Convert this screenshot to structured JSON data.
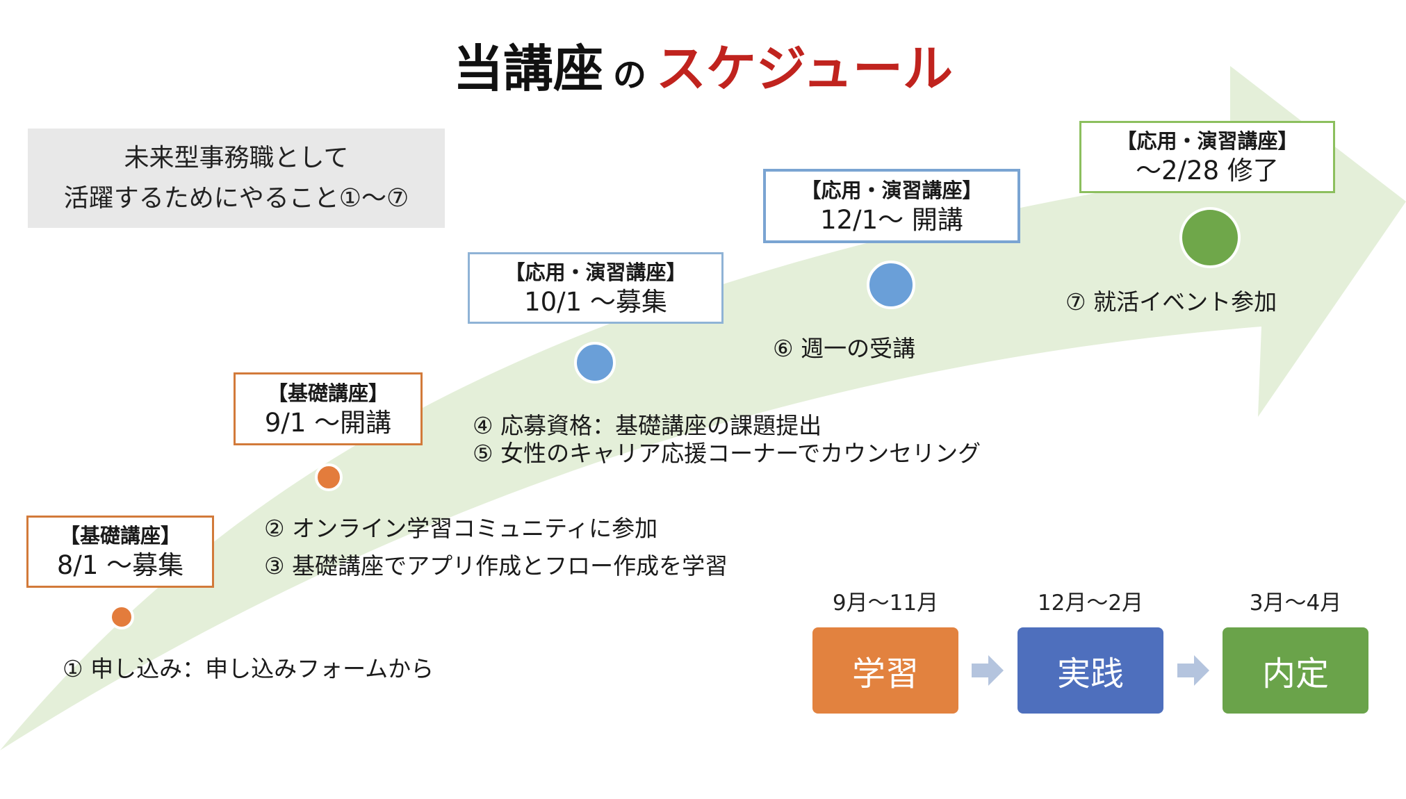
{
  "title": {
    "part1": "当講座",
    "connector": "の",
    "part2": "スケジュール"
  },
  "goal": {
    "line1": "未来型事務職として",
    "line2": "活躍するためにやること①〜⑦"
  },
  "courses": [
    {
      "category": "【基礎講座】",
      "date": "8/1 〜募集"
    },
    {
      "category": "【基礎講座】",
      "date": "9/1 〜開講"
    },
    {
      "category": "【応用・演習講座】",
      "date": "10/1 〜募集"
    },
    {
      "category": "【応用・演習講座】",
      "date": "12/1〜 開講"
    },
    {
      "category": "【応用・演習講座】",
      "date": "〜2/28 修了"
    }
  ],
  "steps": [
    "① 申し込み：申し込みフォームから",
    "② オンライン学習コミュニティに参加",
    "③ 基礎講座でアプリ作成とフロー作成を学習",
    "④ 応募資格：基礎講座の課題提出",
    "⑤ 女性のキャリア応援コーナーでカウンセリング",
    "⑥ 週一の受講",
    "⑦ 就活イベント参加"
  ],
  "phases": [
    {
      "period": "9月〜11月",
      "label": "学習"
    },
    {
      "period": "12月〜2月",
      "label": "実践"
    },
    {
      "period": "3月〜4月",
      "label": "内定"
    }
  ],
  "colors": {
    "title_accent": "#c0231e",
    "arrow_fill": "#e4efd9",
    "orange": "#e2823f",
    "blue": "#4e6fbd",
    "light_blue": "#6a9fd8",
    "green": "#6aa34a",
    "goal_box_bg": "#e8e8e8"
  }
}
